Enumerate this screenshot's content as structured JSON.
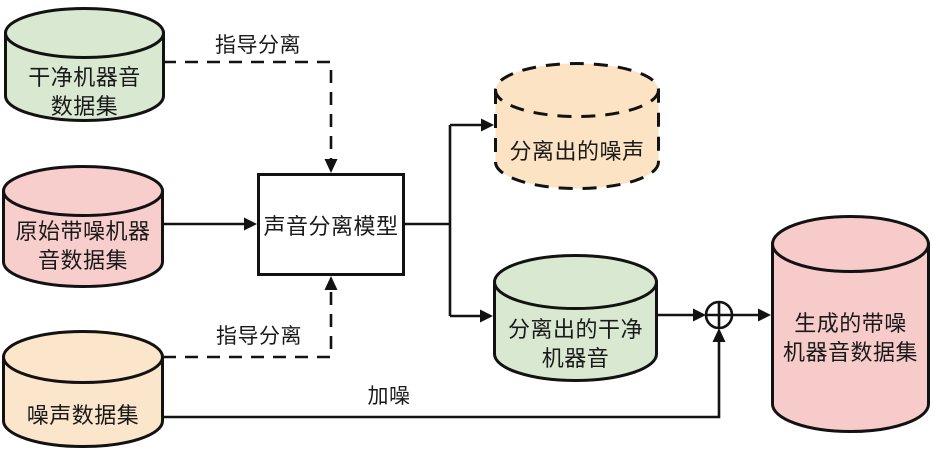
{
  "diagram": {
    "nodes": {
      "clean_machine_dataset": {
        "line1": "干净机器音",
        "line2": "数据集",
        "fill": "#d9e8d1"
      },
      "original_noisy_dataset": {
        "line1": "原始带噪机器",
        "line2": "音数据集",
        "fill": "#f8cecc"
      },
      "noise_dataset": {
        "line1": "噪声数据集",
        "fill": "#fbe6cb"
      },
      "separation_model": {
        "label": "声音分离模型",
        "fill": "#ffffff"
      },
      "separated_noise": {
        "label": "分离出的噪声",
        "fill": "#fbe3c4"
      },
      "separated_clean_machine": {
        "line1": "分离出的干净",
        "line2": "机器音",
        "fill": "#d9e8d1"
      },
      "generated_noisy_dataset": {
        "line1": "生成的带噪",
        "line2": "机器音数据集",
        "fill": "#f7cbc9"
      }
    },
    "edge_labels": {
      "guide_separation_top": "指导分离",
      "guide_separation_bottom": "指导分离",
      "add_noise": "加噪"
    },
    "sum_operator": "⊕",
    "colors": {
      "stroke": "#121212",
      "text": "#1a1a1a",
      "background": "#ffffff"
    }
  }
}
